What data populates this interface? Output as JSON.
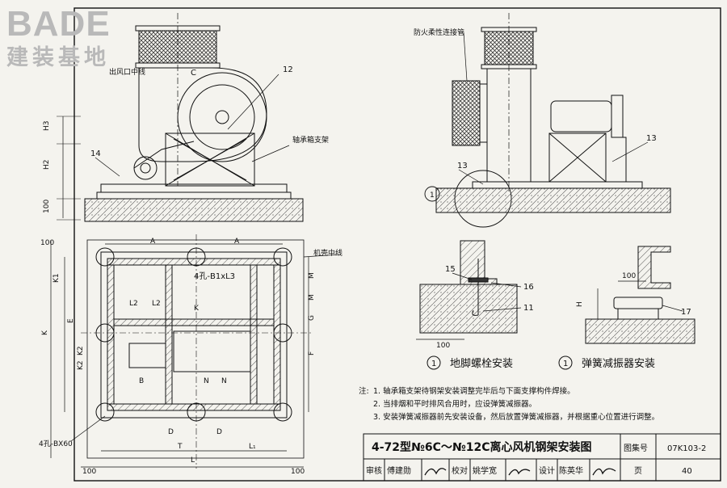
{
  "logo": {
    "brand": "BADE",
    "subtitle": "建装基地"
  },
  "labels": {
    "outlet_centerline": "出风口中线",
    "bearing_bracket": "轴承箱支架",
    "fire_flex_pipe": "防火柔性连接管",
    "casing_centerline": "机壳中线",
    "holes_b1": "4孔-B1xL3",
    "holes_bx": "4孔-BX60",
    "tag_c": "C",
    "tag_k": "K",
    "tag_b": "B"
  },
  "callouts": {
    "c12": "12",
    "c14": "14",
    "c13a": "13",
    "c13b": "13",
    "c15": "15",
    "c16": "16",
    "c11": "11",
    "c17": "17",
    "c1": "1"
  },
  "dimensions": {
    "h3": "H3",
    "h2": "H2",
    "d100": "100",
    "a": "A",
    "k1": "K1",
    "k": "K",
    "e": "E",
    "l2": "L2",
    "k2": "K2",
    "n": "N",
    "d": "D",
    "t": "T",
    "l1": "L₁",
    "l": "L",
    "m": "M",
    "g": "G",
    "f": "F",
    "h": "H"
  },
  "details": {
    "anchor_num": "1",
    "anchor_title": "地脚螺栓安装",
    "spring_num": "1",
    "spring_title": "弹簧减振器安装"
  },
  "notes": {
    "head": "注:",
    "n1": "1. 轴承箱支架待钢架安装调整完毕后与下面支撑构件焊接。",
    "n2": "2. 当排烟和平时排风合用时，应设弹簧减振器。",
    "n3": "3. 安装弹簧减振器前先安装设备，然后放置弹簧减振器，并根据重心位置进行调整。"
  },
  "title_block": {
    "title": "4-72型№6C～№12C离心风机钢架安装图",
    "atlas_label": "图集号",
    "atlas_no": "07K103-2",
    "review_label": "审核",
    "review_name": "傅建勋",
    "check_label": "校对",
    "check_name": "姚学宽",
    "design_label": "设计",
    "design_name": "陈英华",
    "page_label": "页",
    "page_no": "40"
  }
}
